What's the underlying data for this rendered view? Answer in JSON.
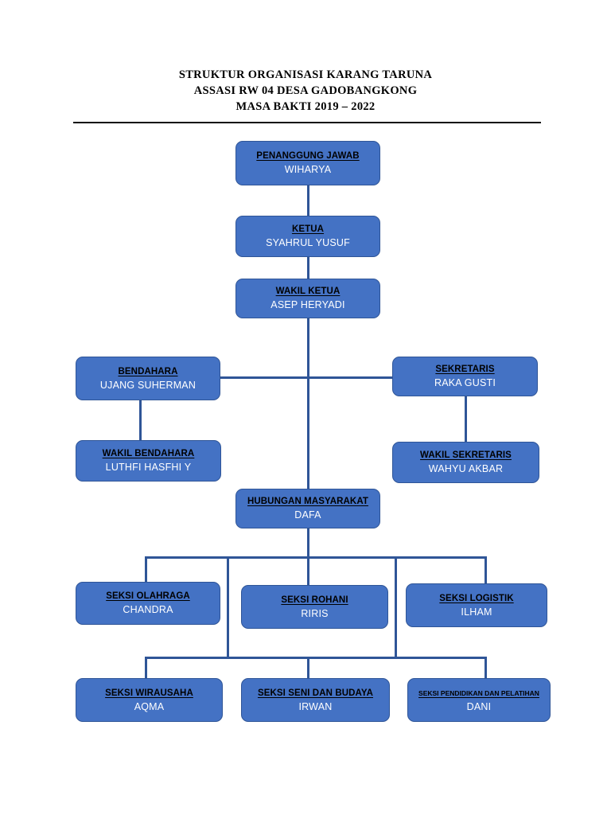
{
  "header": {
    "line1": "STRUKTUR ORGANISASI KARANG TARUNA",
    "line2": "ASSASI RW 04 DESA GADOBANGKONG",
    "line3": "MASA BAKTI 2019 – 2022"
  },
  "colors": {
    "box_fill": "#4472C4",
    "box_border": "#2F5597",
    "connector": "#2F5597",
    "title_text": "#000000",
    "name_text": "#FFFFFF",
    "rule": "#0A0A0A"
  },
  "nodes": {
    "penanggung_jawab": {
      "title": "PENANGGUNG JAWAB",
      "name": "WIHARYA"
    },
    "ketua": {
      "title": "KETUA",
      "name": "SYAHRUL YUSUF"
    },
    "wakil_ketua": {
      "title": "WAKIL KETUA",
      "name": "ASEP HERYADI"
    },
    "bendahara": {
      "title": "BENDAHARA",
      "name": "UJANG SUHERMAN"
    },
    "sekretaris": {
      "title": "SEKRETARIS",
      "name": "RAKA GUSTI"
    },
    "wakil_bendahara": {
      "title": "WAKIL BENDAHARA",
      "name": "LUTHFI HASFHI Y"
    },
    "wakil_sekretaris": {
      "title": "WAKIL SEKRETARIS",
      "name": "WAHYU AKBAR"
    },
    "humas": {
      "title": "HUBUNGAN MASYARAKAT",
      "name": "DAFA"
    },
    "seksi_olahraga": {
      "title": "SEKSI OLAHRAGA",
      "name": "CHANDRA"
    },
    "seksi_rohani": {
      "title": "SEKSI ROHANI",
      "name": "RIRIS"
    },
    "seksi_logistik": {
      "title": "SEKSI LOGISTIK",
      "name": "ILHAM"
    },
    "seksi_wirausaha": {
      "title": "SEKSI WIRAUSAHA",
      "name": "AQMA"
    },
    "seksi_seni_budaya": {
      "title": "SEKSI SENI DAN BUDAYA",
      "name": "IRWAN"
    },
    "seksi_pendidikan": {
      "title": "SEKSI PENDIDIKAN DAN PELATIHAN",
      "name": "DANI"
    }
  }
}
